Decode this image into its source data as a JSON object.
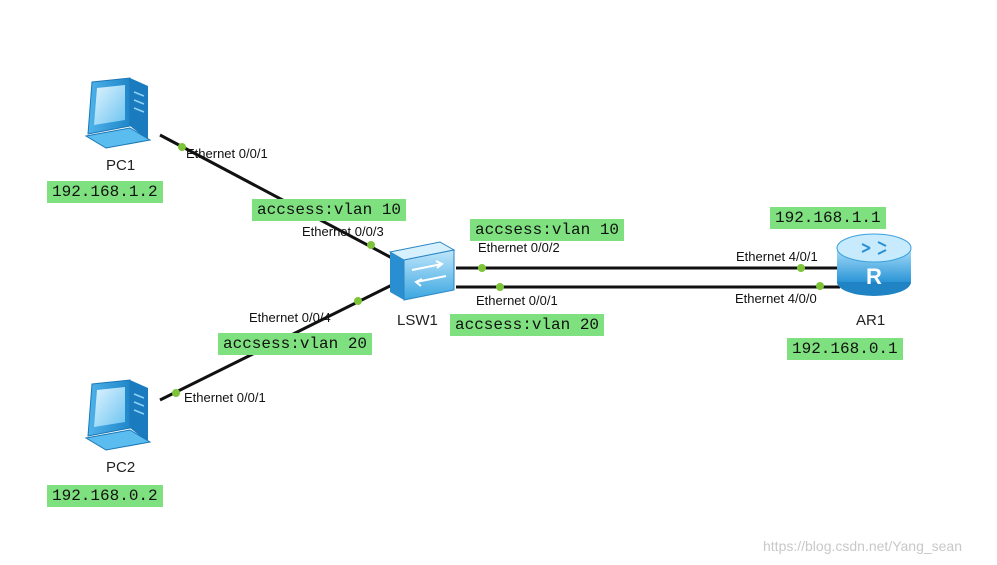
{
  "devices": {
    "pc1": {
      "label": "PC1",
      "ip": "192.168.1.2",
      "port": "Ethernet 0/0/1"
    },
    "pc2": {
      "label": "PC2",
      "ip": "192.168.0.2",
      "port": "Ethernet 0/0/1"
    },
    "switch": {
      "label": "LSW1",
      "ports": {
        "p3": "Ethernet 0/0/3",
        "p4": "Ethernet 0/0/4",
        "p2": "Ethernet 0/0/2",
        "p1": "Ethernet 0/0/1"
      }
    },
    "router": {
      "label": "AR1",
      "ip_top": "192.168.1.1",
      "ip_bottom": "192.168.0.1",
      "port_top": "Ethernet 4/0/1",
      "port_bottom": "Ethernet 4/0/0"
    }
  },
  "vlan_tags": {
    "pc1_link": "accsess:vlan 10",
    "pc2_link": "accsess:vlan 20",
    "router_top_link": "accsess:vlan 10",
    "router_bottom_link": "accsess:vlan 20"
  },
  "watermark": "https://blog.csdn.net/Yang_sean",
  "colors": {
    "tag_bg": "#7fe07f",
    "port_dot": "#7dc43a",
    "link": "#111111",
    "device_blue": "#2a9bd8"
  },
  "icons": {
    "pc1": "desktop-pc-icon",
    "pc2": "desktop-pc-icon",
    "switch": "switch-icon",
    "router": "router-icon"
  }
}
